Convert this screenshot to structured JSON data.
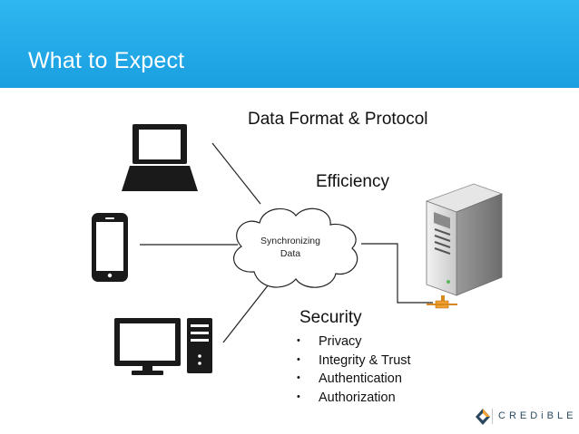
{
  "slide": {
    "title": "What to Expect",
    "header_color": "#1fa8e8"
  },
  "labels": {
    "data_format": "Data Format & Protocol",
    "efficiency": "Efficiency",
    "security": "Security"
  },
  "cloud": {
    "line1": "Synchronizing",
    "line2": "Data"
  },
  "security_items": [
    "Privacy",
    "Integrity & Trust",
    "Authentication",
    "Authorization"
  ],
  "devices": {
    "icons": [
      "laptop-icon",
      "smartphone-icon",
      "desktop-monitor-icon",
      "desktop-tower-icon",
      "server-icon"
    ]
  },
  "logo": {
    "text": "CREDiBLE",
    "mark": "diamond-logo-icon"
  }
}
